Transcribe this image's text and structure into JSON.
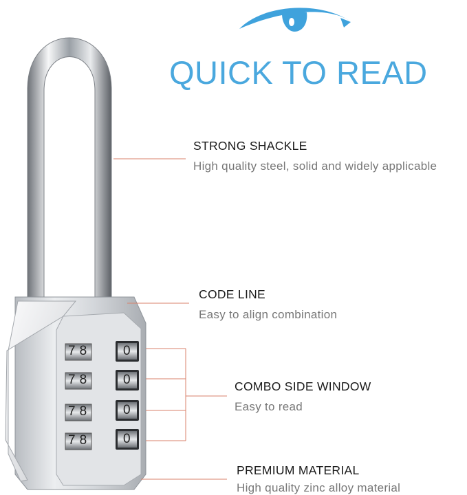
{
  "headline": "QUICK TO READ",
  "features": [
    {
      "title": "STRONG SHACKLE",
      "desc": "High quality steel, solid and widely applicable"
    },
    {
      "title": "CODE LINE",
      "desc": "Easy to align combination"
    },
    {
      "title": "COMBO SIDE WINDOW",
      "desc": "Easy to read"
    },
    {
      "title": "PREMIUM MATERIAL",
      "desc": "High quality zinc alloy material"
    }
  ],
  "dials": {
    "front_digits": [
      "7",
      "8"
    ],
    "side_digit": "0"
  },
  "colors": {
    "headline": "#4aa8de",
    "eye": "#3fa2dc",
    "leader_line": "#d9826b"
  },
  "icons": [
    "eye-icon",
    "padlock-illustration"
  ]
}
